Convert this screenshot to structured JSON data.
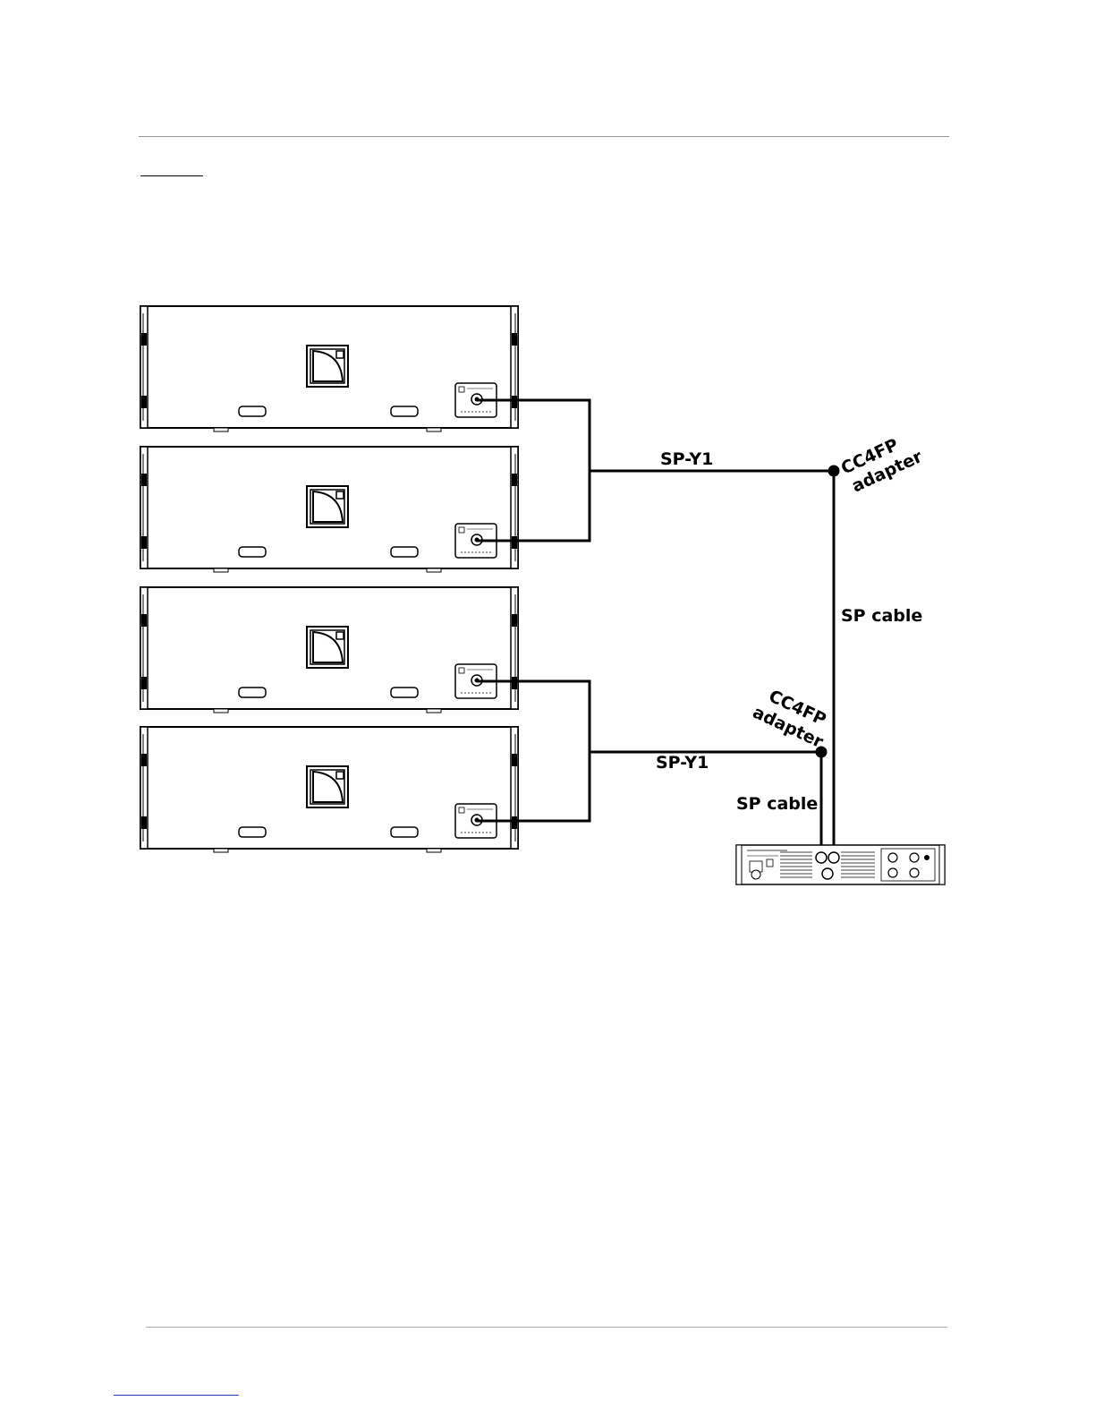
{
  "diagram": {
    "labels": {
      "sp_y1_top": "SP-Y1",
      "sp_y1_bottom": "SP-Y1",
      "cc4fp_top": "CC4FP",
      "adapter_top": "adapter",
      "cc4fp_bottom": "CC4FP",
      "adapter_bottom": "adapter",
      "sp_cable_right": "SP cable",
      "sp_cable_bottom": "SP cable"
    },
    "enclosures": [
      {
        "id": "enclosure-1"
      },
      {
        "id": "enclosure-2"
      },
      {
        "id": "enclosure-3"
      },
      {
        "id": "enclosure-4"
      }
    ],
    "amplifier": {
      "id": "amplified-controller"
    }
  }
}
